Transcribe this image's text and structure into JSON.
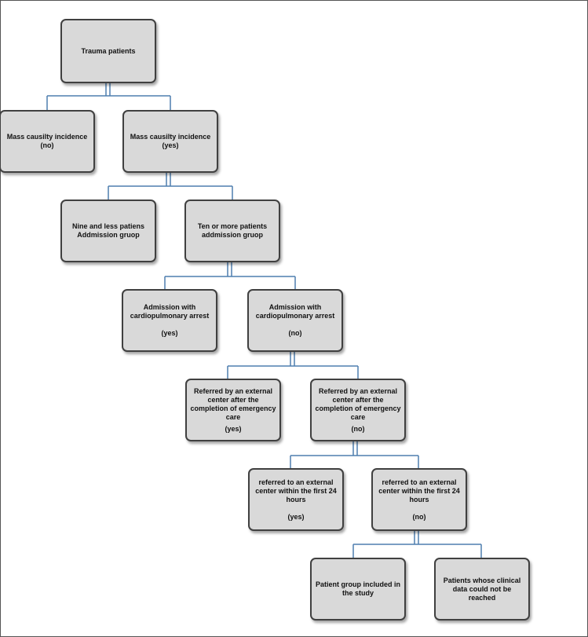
{
  "nodes": {
    "trauma": {
      "lines": [
        "Trauma patients"
      ]
    },
    "mass_no": {
      "lines": [
        "Mass causilty incidence",
        "(no)"
      ]
    },
    "mass_yes": {
      "lines": [
        "Mass causilty incidence",
        "(yes)"
      ]
    },
    "nine_less": {
      "lines": [
        "Nine and less patiens",
        "Addmission gruop"
      ]
    },
    "ten_more": {
      "lines": [
        "Ten or more patients",
        "addmission gruop"
      ]
    },
    "arrest_yes": {
      "lines": [
        "Admission with",
        "cardiopulmonary arrest"
      ],
      "status": "(yes)"
    },
    "arrest_no": {
      "lines": [
        "Admission with",
        "cardiopulmonary arrest"
      ],
      "status": "(no)"
    },
    "referred_yes": {
      "lines": [
        "Referred by an external",
        "center after the",
        "completion of emergency",
        "care"
      ],
      "status": "(yes)"
    },
    "referred_no": {
      "lines": [
        "Referred by an external",
        "center after the",
        "completion of emergency",
        "care"
      ],
      "status": "(no)"
    },
    "within24_yes": {
      "lines": [
        "referred to an external",
        "center within the first 24",
        "hours"
      ],
      "status": "(yes)"
    },
    "within24_no": {
      "lines": [
        "referred to an external",
        "center within the first 24",
        "hours"
      ],
      "status": "(no)"
    },
    "included": {
      "lines": [
        "Patient group included in",
        "the study"
      ]
    },
    "unreached": {
      "lines": [
        "Patients whose clinical",
        "data could not be",
        "reached"
      ]
    }
  }
}
